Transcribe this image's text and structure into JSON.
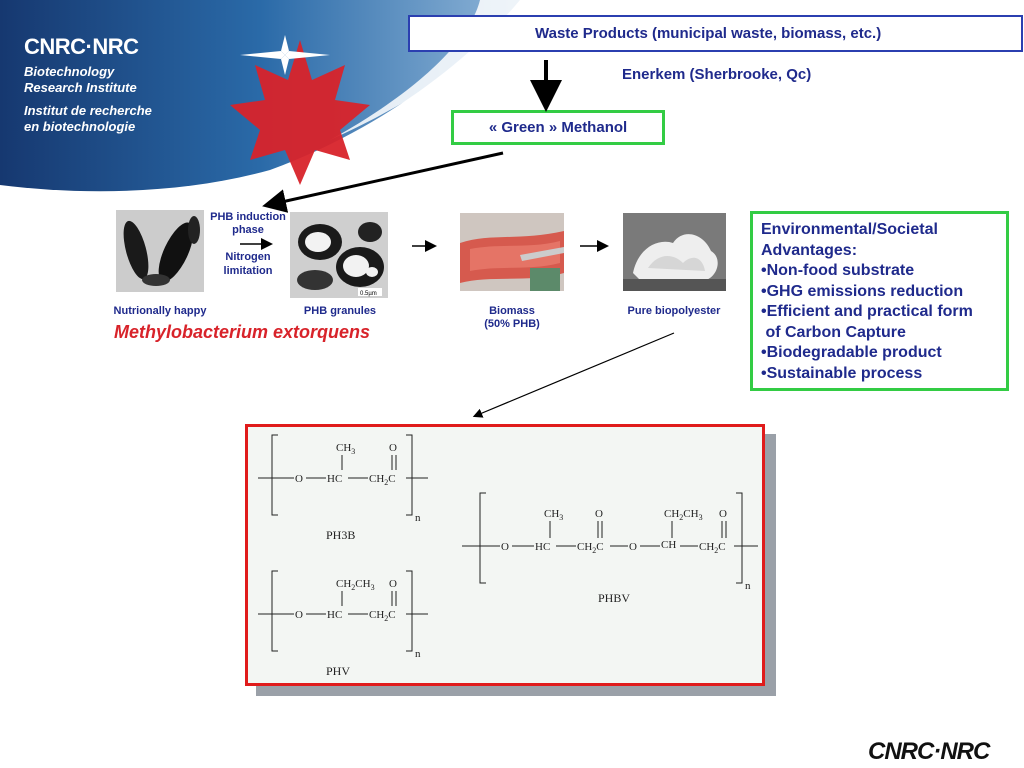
{
  "header": {
    "org_logo": "CNRC·NRC",
    "institute_en_1": "Biotechnology",
    "institute_en_2": "Research Institute",
    "institute_fr_1": "Institut de recherche",
    "institute_fr_2": "en biotechnologie"
  },
  "flow": {
    "waste_products": "Waste Products (municipal waste, biomass, etc.)",
    "enerkem": "Enerkem (Sherbrooke, Qc)",
    "green_methanol": "« Green » Methanol",
    "phb_induction_1": "PHB induction",
    "phb_induction_2": "phase",
    "nitrogen_1": "Nitrogen",
    "nitrogen_2": "limitation"
  },
  "stages": [
    {
      "label": "Nutrionally happy"
    },
    {
      "label": "PHB granules",
      "scale": "0.5µm"
    },
    {
      "label": "Biomass",
      "sublabel": "(50% PHB)"
    },
    {
      "label": "Pure biopolyester"
    }
  ],
  "organism": "Methylobacterium extorquens",
  "advantages": {
    "title_1": "Environmental/Societal",
    "title_2": "Advantages:",
    "items": [
      "•Non-food substrate",
      "•GHG emissions reduction",
      "•Efficient and practical form",
      " of Carbon Capture",
      "•Biodegradable product",
      "•Sustainable process"
    ]
  },
  "structures": {
    "ph3b": "PH3B",
    "phv": "PHV",
    "phbv": "PHBV",
    "o": "O",
    "hc": "HC",
    "ch": "CH",
    "ch2c": "CH",
    "c": "C",
    "ch3": "CH",
    "ch2ch3": "CH",
    "n": "n",
    "sub2": "2",
    "sub3": "3"
  },
  "footer_logo": "CNRC·NRC",
  "colors": {
    "accent_blue": "#1f2a8c",
    "banner_blue": "#1b3f7a",
    "maple_red": "#d8232a",
    "green_border": "#33cc44",
    "red_border": "#e01b1b"
  }
}
